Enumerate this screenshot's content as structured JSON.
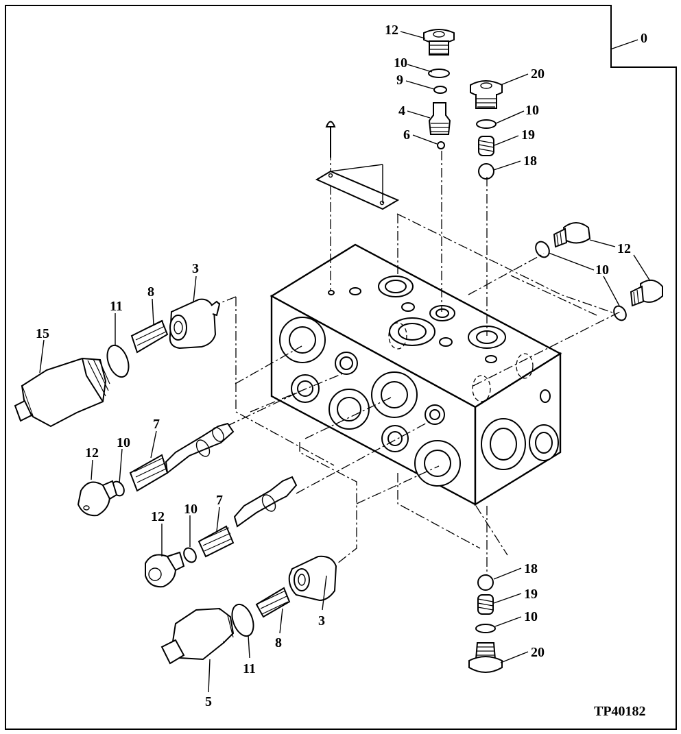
{
  "figure_id": "TP40182",
  "callouts": {
    "c0": "0",
    "c12_top": "12",
    "c10_top": "10",
    "c9": "9",
    "c4": "4",
    "c6": "6",
    "c20_top": "20",
    "c10_top2": "10",
    "c19_top": "19",
    "c18_top": "18",
    "c12_right": "12",
    "c10_right": "10",
    "c3_top": "3",
    "c8_top": "8",
    "c11_top": "11",
    "c15": "15",
    "c7_a": "7",
    "c12_left_a": "12",
    "c10_left_a": "10",
    "c12_left_b": "12",
    "c10_left_b": "10",
    "c7_b": "7",
    "c18_bottom": "18",
    "c19_bottom": "19",
    "c10_bottom": "10",
    "c20_bottom": "20",
    "c3_bottom": "3",
    "c8_bottom": "8",
    "c11_bottom": "11",
    "c5": "5"
  }
}
